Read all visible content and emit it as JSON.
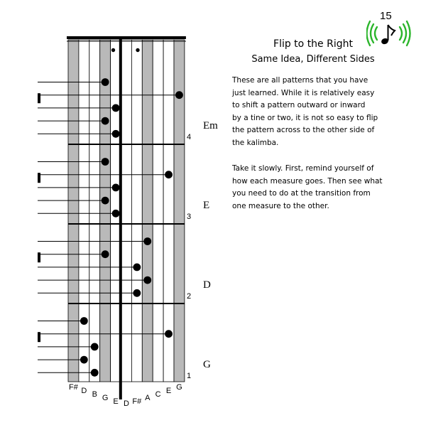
{
  "page": {
    "number": "15"
  },
  "header": {
    "title": "Flip to the Right",
    "subtitle": "Same Idea, Different Sides"
  },
  "body": {
    "paragraphs": [
      [
        "These are all patterns that you have",
        "just learned. While it is relatively easy",
        "to shift a pattern outward or inward",
        "by a tine or two, it is not so easy to flip",
        "the pattern across to the other side of",
        "the kalimba."
      ],
      [
        "Take it slowly. First, remind yourself of",
        "how each measure goes. Then see what",
        "you need to do at the transition from",
        "one measure to the other."
      ]
    ]
  },
  "tablature": {
    "tine_notes": [
      "F#",
      "D",
      "B",
      "G",
      "E",
      "D",
      "F#",
      "A",
      "C",
      "E",
      "G"
    ],
    "tine_colors": [
      "gray",
      "white",
      "white",
      "gray",
      "white",
      "white",
      "white",
      "gray",
      "white",
      "white",
      "gray"
    ],
    "measures": [
      {
        "number": "4",
        "chord": "Em",
        "notes": [
          3,
          10,
          4,
          3,
          4
        ]
      },
      {
        "number": "3",
        "chord": "E",
        "notes": [
          3,
          9,
          4,
          3,
          4
        ]
      },
      {
        "number": "2",
        "chord": "D",
        "notes": [
          7,
          3,
          6,
          7,
          6
        ]
      },
      {
        "number": "1",
        "chord": "G",
        "notes": [
          1,
          9,
          2,
          1,
          2
        ]
      }
    ]
  },
  "colors": {
    "gray_tine": "#b9b9b9",
    "sound_waves": "#2bb52b"
  },
  "icons": [
    "music-note-icon",
    "sound-wave-icon"
  ]
}
